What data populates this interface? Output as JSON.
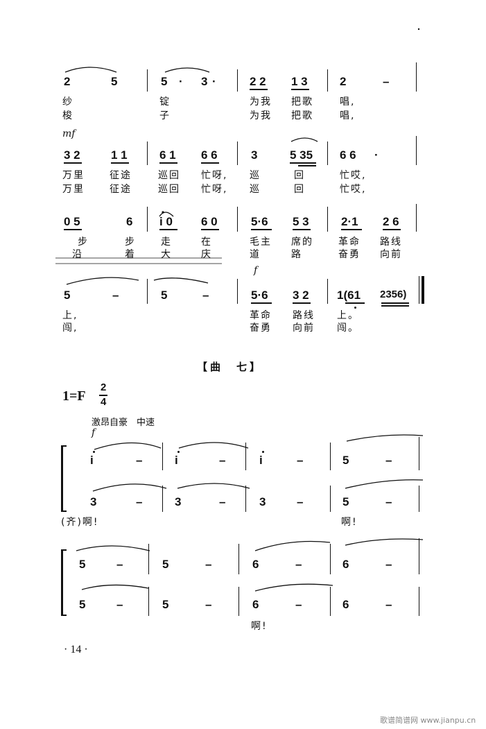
{
  "section1": {
    "row1": {
      "notes": [
        "2",
        "5",
        "5",
        "·",
        "3",
        "·",
        "2 2",
        "1 3",
        "2",
        "–"
      ],
      "lyrics1": [
        "纱",
        "锭",
        "为我",
        "把歌",
        "唱,"
      ],
      "lyrics2": [
        "梭",
        "子",
        "为我",
        "把歌",
        "唱,"
      ]
    },
    "row2": {
      "dynamic": "mf",
      "notes": [
        "3 2",
        "1 1",
        "6 1",
        "6 6",
        "3",
        "5 35",
        "6 6",
        "·"
      ],
      "lyrics1": [
        "万里",
        "征途",
        "巡回",
        "忙呀,",
        "巡",
        "回",
        "忙哎,"
      ],
      "lyrics2": [
        "万里",
        "征途",
        "巡回",
        "忙呀,",
        "巡",
        "回",
        "忙哎,"
      ]
    },
    "row3": {
      "notes": [
        "0 5",
        "6",
        "i 0",
        "6 0",
        "5·6",
        "5 3",
        "2·1",
        "2 6"
      ],
      "lyrics1": [
        "步",
        "步",
        "走",
        "在",
        "毛主",
        "席的",
        "革命",
        "路线"
      ],
      "lyrics2": [
        "沿",
        "着",
        "大",
        "庆",
        "道",
        "路",
        "奋勇",
        "向前"
      ]
    },
    "row4": {
      "dynamic": "f",
      "notes": [
        "5",
        "–",
        "5",
        "–",
        "5·6",
        "3 2",
        "1(61",
        "2356)"
      ],
      "lyrics1": [
        "上,",
        "革命",
        "路线",
        "上。"
      ],
      "lyrics2": [
        "闯,",
        "奋勇",
        "向前",
        "闯。"
      ]
    }
  },
  "section2": {
    "title": "【曲　七】",
    "key": "1=F",
    "time_top": "2",
    "time_bottom": "4",
    "tempo": "激昂自豪　中速",
    "dynamic": "f",
    "sys1_upper": [
      "i",
      "–",
      "i",
      "–",
      "i",
      "–",
      "5",
      "–"
    ],
    "sys1_lower": [
      "3",
      "–",
      "3",
      "–",
      "3",
      "–",
      "5",
      "–"
    ],
    "sys1_lyric_left": "(齐)啊!",
    "sys1_lyric_right": "啊!",
    "sys2_upper": [
      "5",
      "–",
      "5",
      "–",
      "6",
      "–",
      "6",
      "–"
    ],
    "sys2_lower": [
      "5",
      "–",
      "5",
      "–",
      "6",
      "–",
      "6",
      "–"
    ],
    "sys2_lyric": "啊!"
  },
  "footer": {
    "page": "· 14 ·",
    "watermark": "歌谱简谱网 www.jianpu.cn"
  }
}
